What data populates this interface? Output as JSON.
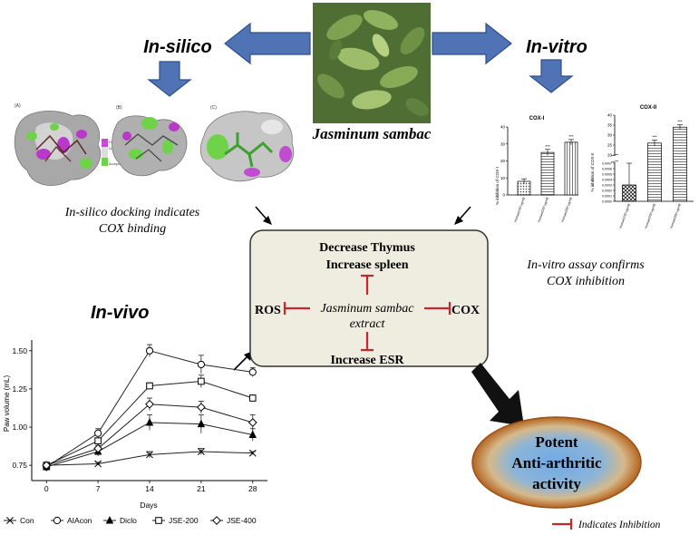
{
  "labels": {
    "in_silico": "In-silico",
    "in_vitro": "In-vitro",
    "in_vivo": "In-vivo",
    "plant_name": "Jasminum sambac",
    "silico_caption_1": "In-silico docking indicates",
    "silico_caption_2": "COX binding",
    "vitro_caption_1": "In-vitro assay confirms",
    "vitro_caption_2": "COX inhibition",
    "center_top_1": "Decrease Thymus",
    "center_top_2": "Increase spleen",
    "center_middle_1": "Jasminum sambac",
    "center_middle_2": "extract",
    "center_left": "ROS",
    "center_right": "COX",
    "center_bottom": "Increase  ESR",
    "outcome_1": "Potent",
    "outcome_2": "Anti-arthritic",
    "outcome_3": "activity",
    "legend_inhibition": "Indicates Inhibition"
  },
  "docking_panels": [
    "(A)",
    "(B)",
    "(C)"
  ],
  "docking_legend": [
    "H-Bonds",
    "Donor",
    "Acceptor"
  ],
  "colors": {
    "arrow_blue": "#4f73b4",
    "arrow_blue_dark": "#2f4f8a",
    "inhibition_red": "#c8262d",
    "center_box_fill": "#efece0",
    "outcome_edge": "#b5641f",
    "outcome_center": "#6fa9e8"
  },
  "chart_data": [
    {
      "type": "bar",
      "title": "COX-I",
      "ylabel": "% inhibition of COX-I",
      "categories": [
        "mussan(100 µg/ml)",
        "mussan(200 µg/ml)",
        "mussan(300 µg/ml)"
      ],
      "values": [
        8,
        25,
        31
      ],
      "error": [
        1.5,
        1.8,
        1.6
      ],
      "significance": [
        "",
        "***",
        "***"
      ],
      "ylim": [
        0,
        40
      ],
      "yticks": [
        "0",
        "10",
        "20",
        "30",
        "40"
      ]
    },
    {
      "type": "bar",
      "title": "COX-II",
      "ylabel": "% inhibition of COX-II",
      "categories": [
        "mussan(100 µg/ml)",
        "mussan(200 µg/ml)",
        "mussan(300 µg/ml)"
      ],
      "values": [
        0.0003,
        26,
        34
      ],
      "error": [
        0.0002,
        1.5,
        1.2
      ],
      "significance": [
        "",
        "***",
        "***"
      ],
      "yticks_low": [
        "0.0000",
        "0.0001",
        "0.0002",
        "0.0003",
        "0.0004",
        "0.0005",
        "0.0006",
        "0.0007"
      ],
      "yticks_high": [
        "20",
        "25",
        "30",
        "35",
        "40"
      ]
    },
    {
      "type": "line",
      "title": "",
      "xlabel": "Days",
      "ylabel": "Paw volume (mL)",
      "x": [
        0,
        7,
        14,
        21,
        28
      ],
      "xlim": [
        -2,
        30
      ],
      "ylim": [
        0.65,
        1.57
      ],
      "yticks": [
        0.75,
        1.0,
        1.25,
        1.5
      ],
      "ytick_labels": [
        "0.75",
        "1.00",
        "1.25",
        "1.50"
      ],
      "series": [
        {
          "name": "Con",
          "marker": "x",
          "values": [
            0.75,
            0.76,
            0.82,
            0.84,
            0.83
          ],
          "err": [
            0.02,
            0.01,
            0.02,
            0.02,
            0.01
          ]
        },
        {
          "name": "AIAcon",
          "marker": "circle",
          "values": [
            0.74,
            0.96,
            1.5,
            1.41,
            1.36
          ],
          "err": [
            0.03,
            0.03,
            0.04,
            0.06,
            0.03
          ]
        },
        {
          "name": "Diclo",
          "marker": "triangle",
          "values": [
            0.74,
            0.84,
            1.03,
            1.02,
            0.95
          ],
          "err": [
            0.02,
            0.03,
            0.05,
            0.06,
            0.04
          ]
        },
        {
          "name": "JSE-200",
          "marker": "square",
          "values": [
            0.75,
            0.91,
            1.27,
            1.3,
            1.19
          ],
          "err": [
            0.02,
            0.02,
            0.02,
            0.04,
            0.02
          ]
        },
        {
          "name": "JSE-400",
          "marker": "diamond",
          "values": [
            0.75,
            0.86,
            1.15,
            1.13,
            1.03
          ],
          "err": [
            0.02,
            0.02,
            0.04,
            0.04,
            0.05
          ]
        }
      ]
    }
  ]
}
